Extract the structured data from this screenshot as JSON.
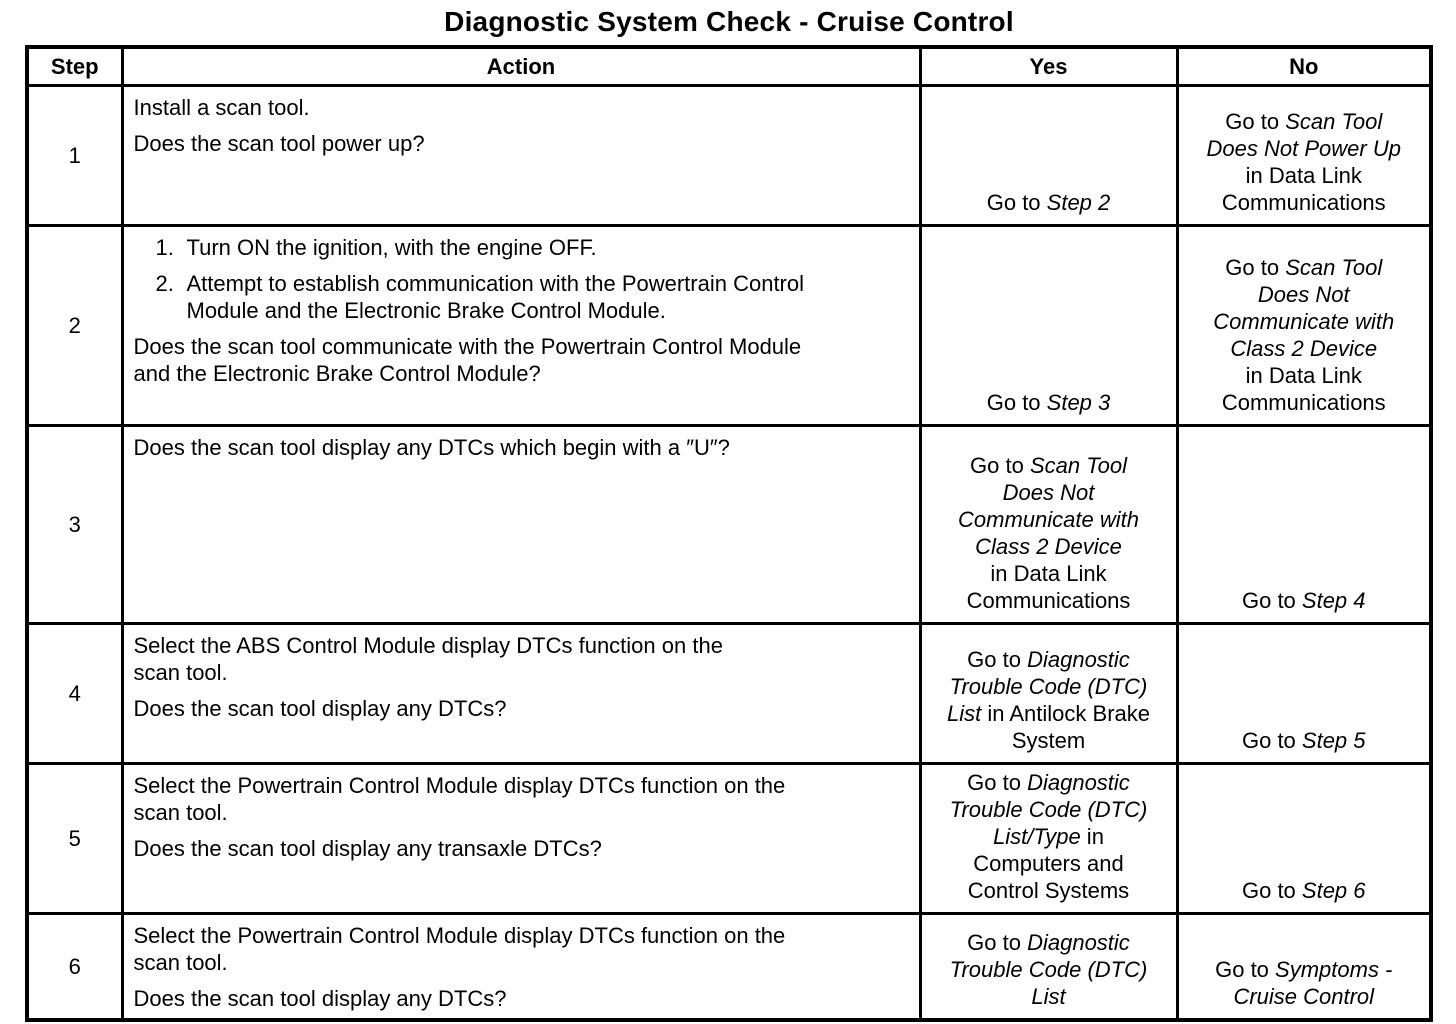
{
  "title": "Diagnostic System Check - Cruise Control",
  "table": {
    "headers": [
      "Step",
      "Action",
      "Yes",
      "No"
    ],
    "rows": [
      {
        "step": "1",
        "action": [
          {
            "type": "p",
            "text": "Install a scan tool."
          },
          {
            "type": "p",
            "text": "Does the scan tool power up?"
          }
        ],
        "yes": [
          {
            "t": "Go to "
          },
          {
            "t": "Step 2",
            "i": true
          }
        ],
        "no": [
          {
            "t": "Go to "
          },
          {
            "t": "Scan Tool",
            "i": true,
            "br": true
          },
          {
            "t": "Does Not Power Up",
            "i": true,
            "br": true
          },
          {
            "t": "in Data Link",
            "br": true
          },
          {
            "t": "Communications"
          }
        ]
      },
      {
        "step": "2",
        "action": [
          {
            "type": "li",
            "num": "1.",
            "text": "Turn ON the ignition, with the engine OFF."
          },
          {
            "type": "li",
            "num": "2.",
            "text": "Attempt to establish communication with the Powertrain Control\nModule and the Electronic Brake Control Module."
          },
          {
            "type": "p",
            "text": "Does the scan tool communicate with the Powertrain Control Module\nand the Electronic Brake Control Module?"
          }
        ],
        "yes": [
          {
            "t": "Go to "
          },
          {
            "t": "Step 3",
            "i": true
          }
        ],
        "no": [
          {
            "t": "Go to "
          },
          {
            "t": "Scan Tool",
            "i": true,
            "br": true
          },
          {
            "t": "Does Not",
            "i": true,
            "br": true
          },
          {
            "t": "Communicate with",
            "i": true,
            "br": true
          },
          {
            "t": "Class 2 Device",
            "i": true,
            "br": true
          },
          {
            "t": "in Data Link",
            "br": true
          },
          {
            "t": "Communications"
          }
        ]
      },
      {
        "step": "3",
        "action": [
          {
            "type": "p",
            "text": "Does the scan tool display any DTCs which begin with a ″U″?"
          }
        ],
        "yes": [
          {
            "t": "Go to "
          },
          {
            "t": "Scan Tool",
            "i": true,
            "br": true
          },
          {
            "t": "Does Not",
            "i": true,
            "br": true
          },
          {
            "t": "Communicate with",
            "i": true,
            "br": true
          },
          {
            "t": "Class 2 Device",
            "i": true,
            "br": true
          },
          {
            "t": "in Data Link",
            "br": true
          },
          {
            "t": "Communications"
          }
        ],
        "no": [
          {
            "t": "Go to "
          },
          {
            "t": "Step 4",
            "i": true
          }
        ]
      },
      {
        "step": "4",
        "action": [
          {
            "type": "p",
            "text": "Select the ABS Control Module display DTCs function on the\nscan tool."
          },
          {
            "type": "p",
            "text": "Does the scan tool display any DTCs?"
          }
        ],
        "yes": [
          {
            "t": "Go to "
          },
          {
            "t": "Diagnostic",
            "i": true,
            "br": true
          },
          {
            "t": "Trouble Code (DTC)",
            "i": true,
            "br": true
          },
          {
            "t": "List",
            "i": true
          },
          {
            "t": " in Antilock Brake",
            "br": true
          },
          {
            "t": "System"
          }
        ],
        "no": [
          {
            "t": "Go to "
          },
          {
            "t": "Step 5",
            "i": true
          }
        ]
      },
      {
        "step": "5",
        "action": [
          {
            "type": "p",
            "text": "Select the Powertrain Control Module display DTCs function on the\nscan tool."
          },
          {
            "type": "p",
            "text": "Does the scan tool display any transaxle DTCs?"
          }
        ],
        "yes": [
          {
            "t": "Go to "
          },
          {
            "t": "Diagnostic",
            "i": true,
            "br": true
          },
          {
            "t": "Trouble Code (DTC)",
            "i": true,
            "br": true
          },
          {
            "t": "List/Type",
            "i": true
          },
          {
            "t": " in",
            "br": true
          },
          {
            "t": "Computers and",
            "br": true
          },
          {
            "t": "Control Systems"
          }
        ],
        "no": [
          {
            "t": "Go to "
          },
          {
            "t": "Step 6",
            "i": true
          }
        ]
      },
      {
        "step": "6",
        "action": [
          {
            "type": "p",
            "text": "Select the Powertrain Control Module display DTCs function on the\nscan tool."
          },
          {
            "type": "p",
            "text": "Does the scan tool display any DTCs?"
          }
        ],
        "yes": [
          {
            "t": "Go to "
          },
          {
            "t": "Diagnostic",
            "i": true,
            "br": true
          },
          {
            "t": "Trouble Code (DTC)",
            "i": true,
            "br": true
          },
          {
            "t": "List",
            "i": true
          }
        ],
        "no": [
          {
            "t": "Go to "
          },
          {
            "t": "Symptoms -",
            "i": true,
            "br": true
          },
          {
            "t": "Cruise Control",
            "i": true
          }
        ]
      }
    ]
  }
}
